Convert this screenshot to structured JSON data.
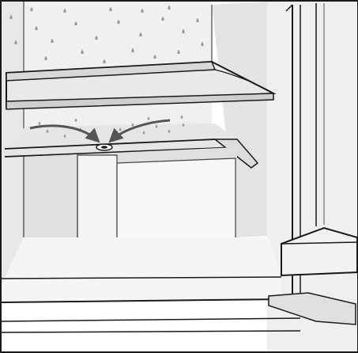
{
  "illustration": {
    "subject": "refrigerator-interior-defrost-water-drain",
    "colors": {
      "line": "#1a1a1a",
      "wall_light": "#f2f2f2",
      "wall_mid": "#e3e3e3",
      "wall_dark": "#d2d2d2",
      "glass": "#ebebeb",
      "droplet": "#9a9a9a",
      "arrow": "#555555",
      "background": "#ffffff"
    },
    "droplet_count_back_wall": 24,
    "droplet_count_gutter": 14,
    "arrow_count": 2
  }
}
